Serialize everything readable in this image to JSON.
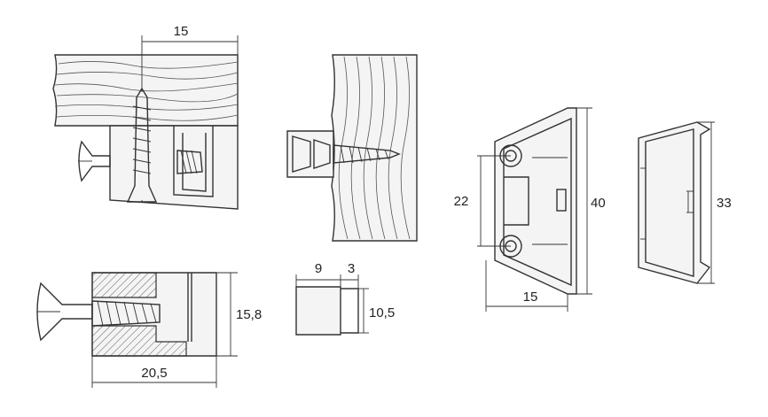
{
  "dimensions": {
    "screw_offset": "15",
    "housing_height": "15,8",
    "housing_length": "20,5",
    "cap_width": "9",
    "cap_lip": "3",
    "cap_height": "10,5",
    "hole_spacing": "22",
    "bracket_height": "40",
    "bracket_width": "15",
    "cover_height": "33"
  },
  "colors": {
    "line": "#333333",
    "background": "#ffffff"
  }
}
